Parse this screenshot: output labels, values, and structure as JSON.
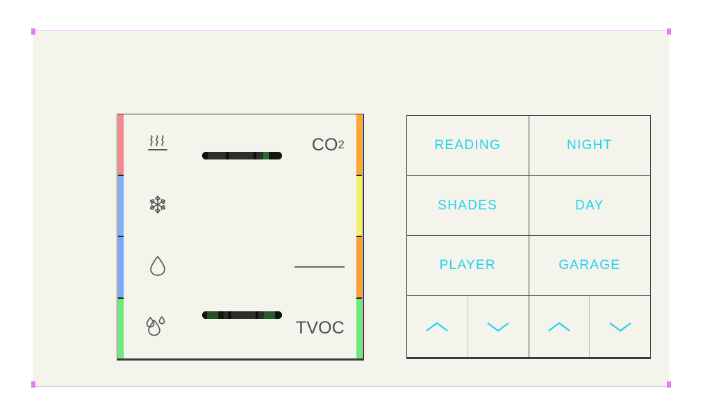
{
  "device": {
    "faceplate_color": "#f4f3ec",
    "accent_color": "#22d3ee",
    "frame_color": "#3a3a38"
  },
  "selection": {
    "handle_color": "#e07ff0",
    "outline_color": "#e09bf0"
  },
  "left_module": {
    "name": "climate-air-quality-module",
    "icons": [
      {
        "name": "heating-icon",
        "label": "heating"
      },
      {
        "name": "cooling-icon",
        "label": "cooling"
      },
      {
        "name": "humidify-icon",
        "label": "humidify"
      },
      {
        "name": "dehumidify-icon",
        "label": "dehumidify"
      }
    ],
    "labels": [
      {
        "name": "co2-label",
        "text": "CO",
        "sub": "2"
      },
      {
        "name": "divider-rule",
        "text": ""
      },
      {
        "name": "tvoc-label",
        "text": "TVOC",
        "sub": ""
      }
    ],
    "left_bar_colors": [
      "#f08a8a",
      "#7fb0f2",
      "#7fa8f5",
      "#72e87c"
    ],
    "right_bar_colors": [
      "#f9a734",
      "#f6ef72",
      "#f9a23a",
      "#72e87c"
    ],
    "sliders": [
      {
        "name": "top-touch-slider",
        "segments": [
          {
            "color": "#0d0f0c",
            "width": 8
          },
          {
            "color": "#2b2f28",
            "width": 26
          },
          {
            "color": "#111310",
            "width": 5
          },
          {
            "color": "#2b2f28",
            "width": 35
          },
          {
            "color": "#0d0f0c",
            "width": 4
          },
          {
            "color": "#2b2f28",
            "width": 10
          },
          {
            "color": "#2e6b33",
            "width": 8
          },
          {
            "color": "#13170f",
            "width": 19
          }
        ]
      },
      {
        "name": "bottom-touch-slider",
        "segments": [
          {
            "color": "#11140f",
            "width": 7
          },
          {
            "color": "#26502a",
            "width": 16
          },
          {
            "color": "#15180f",
            "width": 8
          },
          {
            "color": "#2b2f28",
            "width": 6
          },
          {
            "color": "#0d0f0c",
            "width": 5
          },
          {
            "color": "#2b2f28",
            "width": 35
          },
          {
            "color": "#0d0f0c",
            "width": 4
          },
          {
            "color": "#2b2f28",
            "width": 8
          },
          {
            "color": "#2a5a2e",
            "width": 16
          },
          {
            "color": "#11140f",
            "width": 10
          }
        ]
      }
    ]
  },
  "right_module": {
    "name": "scene-keypad-module",
    "rows": [
      {
        "keys": [
          {
            "label": "READING"
          },
          {
            "label": "NIGHT"
          }
        ]
      },
      {
        "keys": [
          {
            "label": "SHADES"
          },
          {
            "label": "DAY"
          }
        ]
      },
      {
        "keys": [
          {
            "label": "PLAYER"
          },
          {
            "label": "GARAGE"
          }
        ]
      }
    ],
    "arrow_keys": [
      {
        "name": "up-key-left",
        "icon": "chevron-up-icon"
      },
      {
        "name": "down-key-left",
        "icon": "chevron-down-icon"
      },
      {
        "name": "up-key-right",
        "icon": "chevron-up-icon"
      },
      {
        "name": "down-key-right",
        "icon": "chevron-down-icon"
      }
    ]
  }
}
